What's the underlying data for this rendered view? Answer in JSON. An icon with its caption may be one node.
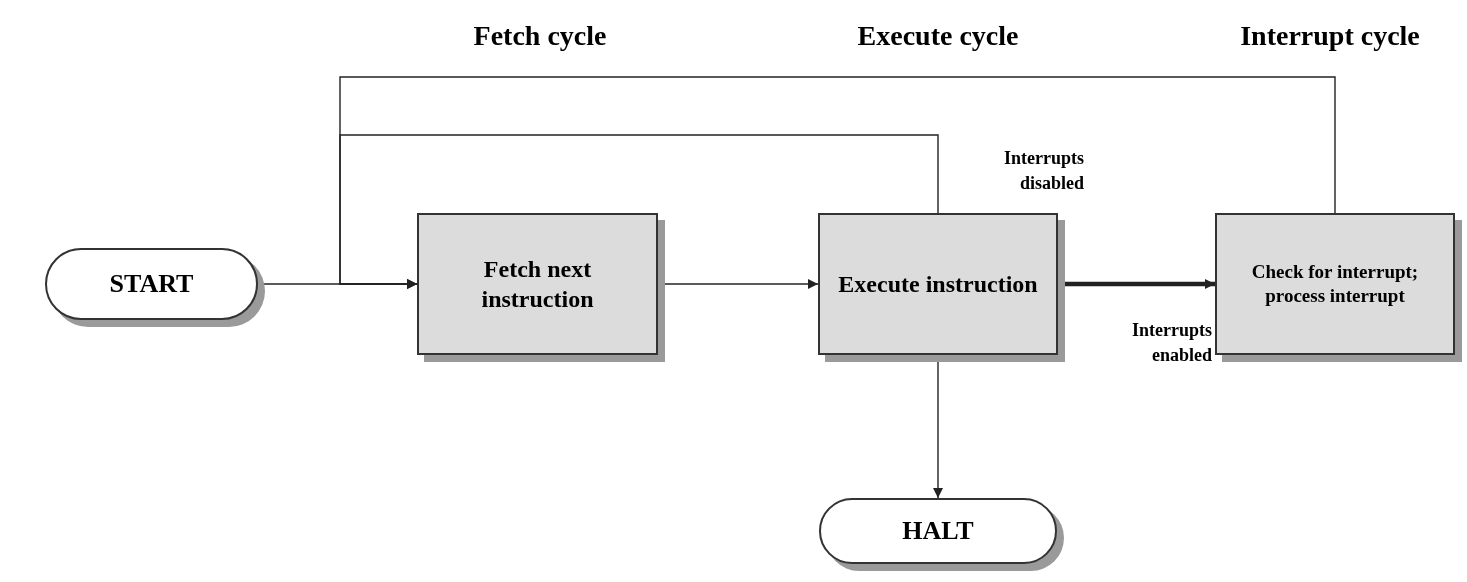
{
  "diagram": {
    "nodes": [
      {
        "text": [
          "START"
        ]
      },
      {
        "text": [
          "Fetch next instruction"
        ]
      },
      {
        "text": [
          "Execute instruction"
        ]
      },
      {
        "text": [
          "Check for interrupt; process interrupt"
        ]
      },
      {
        "text": [
          "HALT"
        ]
      }
    ],
    "edges": [
      {
        "from": 0,
        "to": 1,
        "arrow": "to"
      },
      {
        "from": 1,
        "to": 2,
        "arrow": "to"
      },
      {
        "from": 2,
        "to": 3,
        "arrow": "to",
        "label": "Interrupts enabled",
        "style": "thick"
      },
      {
        "from": 2,
        "to": 1,
        "arrow": "to",
        "label": "Interrupts disabled"
      },
      {
        "from": 3,
        "to": 1,
        "arrow": "to"
      },
      {
        "from": 2,
        "to": 4,
        "arrow": "to"
      }
    ],
    "labels": [
      "Fetch cycle",
      "Execute cycle",
      "Interrupt cycle"
    ]
  }
}
